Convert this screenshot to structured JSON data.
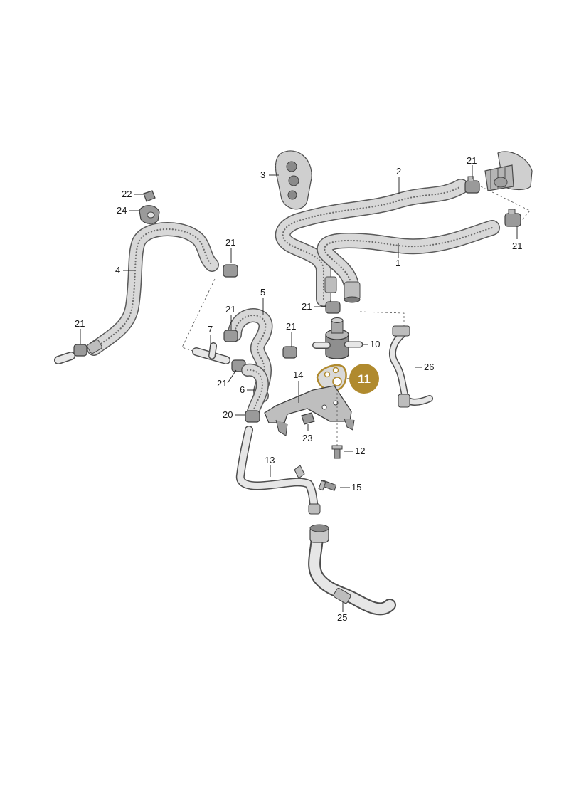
{
  "callouts": {
    "c1": "1",
    "c2": "2",
    "c3": "3",
    "c4": "4",
    "c5": "5",
    "c6": "6",
    "c7": "7",
    "c10": "10",
    "c11": "11",
    "c12": "12",
    "c13": "13",
    "c14": "14",
    "c15": "15",
    "c20": "20",
    "c21a": "21",
    "c21b": "21",
    "c21c": "21",
    "c21d": "21",
    "c21e": "21",
    "c21f": "21",
    "c21g": "21",
    "c21h": "21",
    "c22": "22",
    "c23": "23",
    "c24": "24",
    "c25": "25",
    "c26": "26"
  },
  "highlight": {
    "part": "11",
    "color": "#b08a2e"
  }
}
